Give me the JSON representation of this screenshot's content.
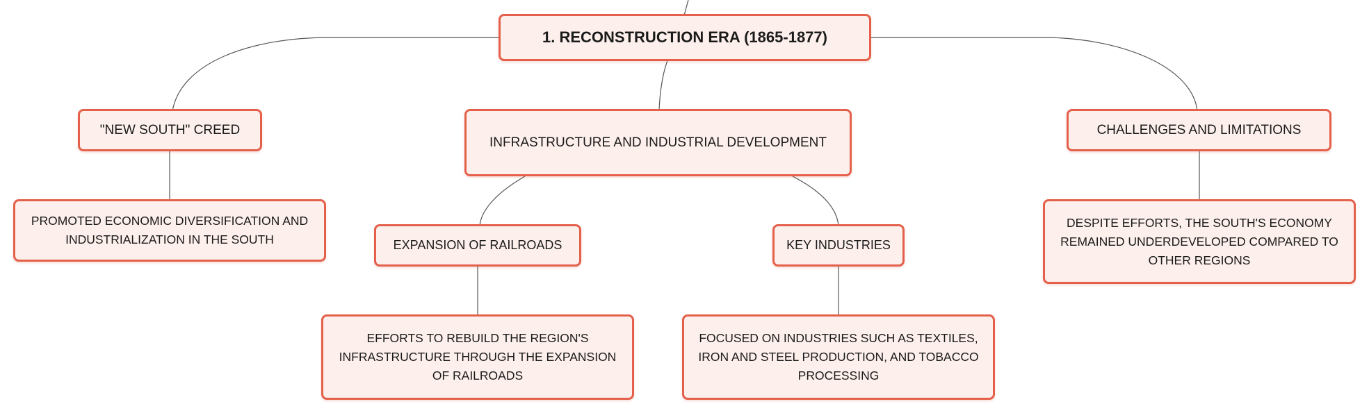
{
  "map": {
    "root": {
      "label": "1. Reconstruction Era (1865-1877)"
    },
    "new_south": {
      "label": "\"New South\" Creed"
    },
    "new_south_detail": {
      "label": "Promoted economic diversification and industrialization in the South"
    },
    "infrastructure": {
      "label": "Infrastructure and Industrial Development"
    },
    "railroads": {
      "label": "Expansion of Railroads"
    },
    "railroads_detail": {
      "label": "Efforts to rebuild the region's infrastructure through the expansion of railroads"
    },
    "industries": {
      "label": "Key Industries"
    },
    "industries_detail": {
      "label": "Focused on industries such as textiles, iron and steel production, and tobacco processing"
    },
    "challenges": {
      "label": "Challenges and Limitations"
    },
    "challenges_detail": {
      "label": "Despite efforts, the South's economy remained underdeveloped compared to other regions"
    }
  },
  "colors": {
    "node_border": "#e4604a",
    "node_fill": "#fdf0ec",
    "connector": "#555555",
    "text": "#1a1a1a"
  }
}
